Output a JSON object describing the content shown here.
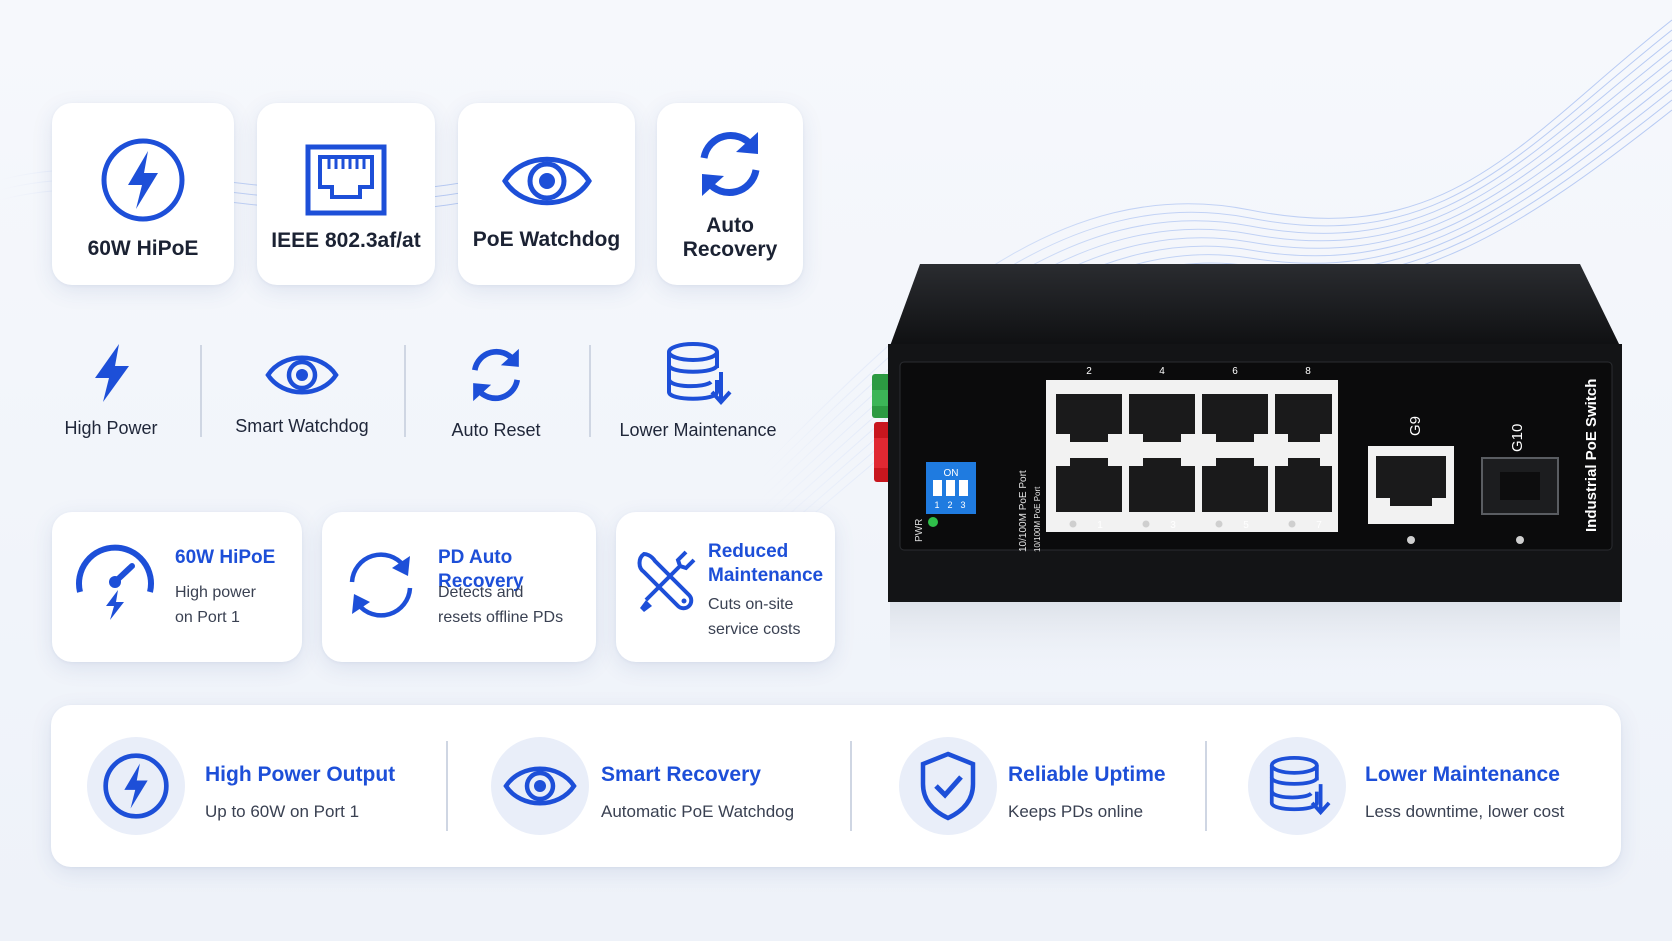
{
  "colors": {
    "accent": "#1d4fd8",
    "card_bg": "#ffffff",
    "page_bg": "#f2f5fb",
    "device_body": "#131416",
    "port_panel": "#f2f2f2",
    "led_green": "#2fbf4a",
    "dip_blue": "#1f7be0"
  },
  "top_tiles": [
    {
      "label": "60W HiPoE",
      "icon": "lightning-circle-icon"
    },
    {
      "label": "IEEE 802.3af/at",
      "icon": "ethernet-port-icon"
    },
    {
      "label": "PoE Watchdog",
      "icon": "eye-icon"
    },
    {
      "label": "Auto\nRecovery",
      "icon": "refresh-icon"
    }
  ],
  "feature_row": [
    {
      "label": "High Power",
      "icon": "lightning-icon"
    },
    {
      "label": "Smart Watchdog",
      "icon": "eye-icon"
    },
    {
      "label": "Auto Reset",
      "icon": "refresh-icon"
    },
    {
      "label": "Lower Maintenance",
      "icon": "database-download-icon"
    }
  ],
  "feature_cards": [
    {
      "title": "60W HiPoE",
      "desc": "High power\non Port 1",
      "icon": "gauge-lightning-icon"
    },
    {
      "title": "PD Auto Recovery",
      "desc": "Detects and\nresets offline PDs",
      "icon": "refresh-icon"
    },
    {
      "title": "Reduced\nMaintenance",
      "desc": "Cuts on-site\nservice costs",
      "icon": "tools-icon"
    }
  ],
  "bottom_bar": [
    {
      "title": "High Power Output",
      "desc": "Up to 60W on Port 1",
      "icon": "lightning-circle-icon"
    },
    {
      "title": "Smart Recovery",
      "desc": "Automatic PoE Watchdog",
      "icon": "eye-icon"
    },
    {
      "title": "Reliable Uptime",
      "desc": "Keeps PDs online",
      "icon": "shield-check-icon"
    },
    {
      "title": "Lower Maintenance",
      "desc": "Less downtime, lower cost",
      "icon": "database-download-icon"
    }
  ],
  "device": {
    "brand_text": "Industrial PoE Switch",
    "port_label": "10/100M PoE Port",
    "port_label_small": "10/100M PoE Port",
    "top_port_numbers": [
      "2",
      "4",
      "6",
      "8"
    ],
    "bottom_port_numbers": [
      "1",
      "3",
      "5",
      "7"
    ],
    "uplink_labels": [
      "G9",
      "G10"
    ],
    "dip_text": "ON",
    "dip_numbers": [
      "1",
      "2",
      "3"
    ],
    "pwr_label": "PWR"
  }
}
